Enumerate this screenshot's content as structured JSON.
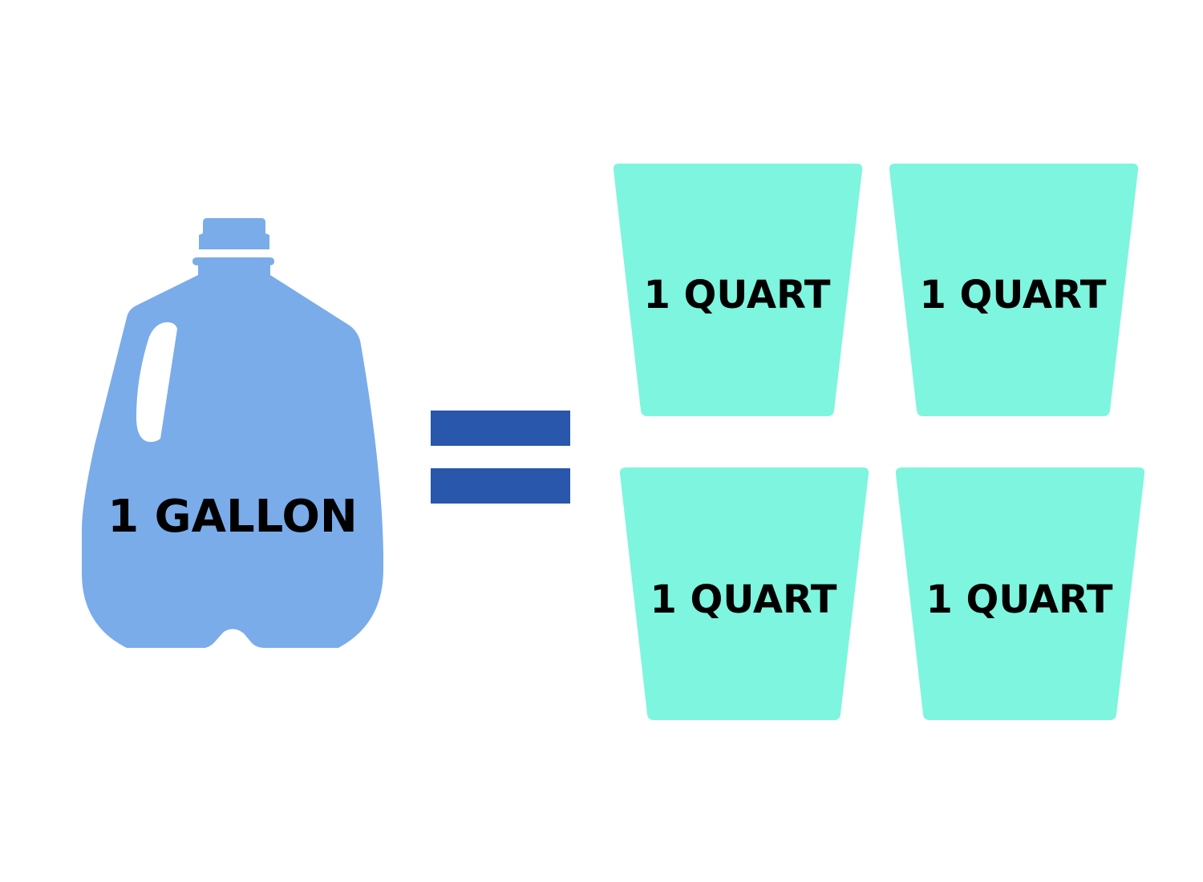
{
  "diagram": {
    "gallon": {
      "label": "1 GALLON",
      "color": "#7aacea",
      "icon": "milk-jug-icon"
    },
    "equals": {
      "color": "#2857ab",
      "icon": "equals-sign-icon"
    },
    "quarts": [
      {
        "label": "1 QUART",
        "icon": "cup-icon"
      },
      {
        "label": "1 QUART",
        "icon": "cup-icon"
      },
      {
        "label": "1 QUART",
        "icon": "cup-icon"
      },
      {
        "label": "1 QUART",
        "icon": "cup-icon"
      }
    ],
    "quart_color": "#7ef5de",
    "text_color": "#000000",
    "background": "#ffffff"
  }
}
